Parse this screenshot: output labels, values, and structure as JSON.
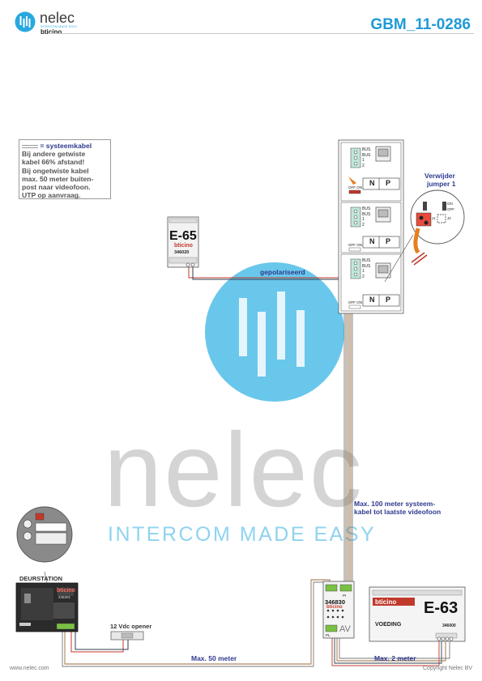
{
  "header": {
    "brand_name": "nelec",
    "brand_tagline": "INTERCOM MADE EASY",
    "brand_partner": "bticino",
    "document_code": "GBM_11-0286"
  },
  "legend": {
    "key_label": "= systeemkabel",
    "lines": [
      "Bij andere getwiste",
      "kabel 66% afstand!",
      "Bij ongetwiste kabel",
      "max. 50 meter buiten-",
      "post naar videofoon.",
      "UTP op aanvraag."
    ]
  },
  "e65": {
    "model": "E-65",
    "brand": "bticino",
    "part": "346020"
  },
  "labels": {
    "polarised": "gepolariseerd",
    "remove_jumper_1": "Verwijder",
    "remove_jumper_2": "jumper 1",
    "max100_1": "Max. 100 meter systeem-",
    "max100_2": "kabel tot laatste videofoon",
    "max50": "Max. 50 meter",
    "max2": "Max. 2 meter",
    "opener": "12 Vdc opener",
    "door_station": "DEURSTATION"
  },
  "videophone": {
    "terminals": [
      "BUS",
      "BUS",
      "1",
      "2"
    ],
    "np_labels": [
      "N",
      "P"
    ],
    "switch_label": "OFF ON"
  },
  "jumper_detail": {
    "on": "ON",
    "off": "OFF",
    "j1": "J1",
    "j2": "J2"
  },
  "av_module": {
    "part": "346830",
    "brand": "bticino",
    "mark": "AV",
    "port1": "PI",
    "port2": "PL"
  },
  "e63": {
    "model": "E-63",
    "brand": "bticino",
    "label": "VOEDING",
    "part": "346000"
  },
  "door_panel": {
    "brand": "bticino",
    "part": "346301"
  },
  "watermark": {
    "word": "nelec",
    "tagline": "INTERCOM MADE EASY"
  },
  "footer": {
    "left": "www.nelec.com",
    "right": "Copyright Nelec BV"
  }
}
